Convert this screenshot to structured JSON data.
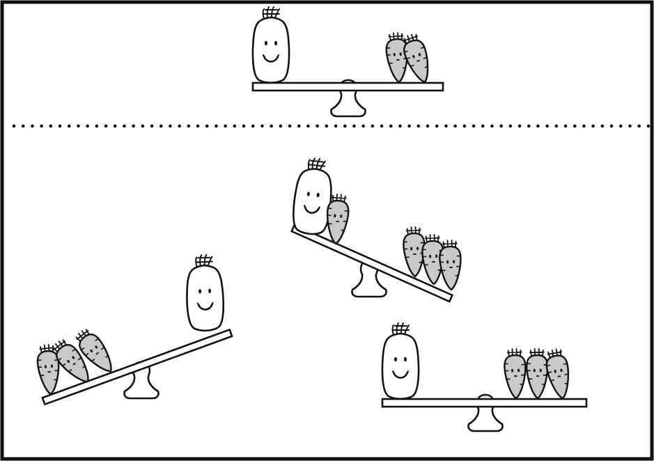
{
  "colors": {
    "ink": "#111111",
    "paper": "#ffffff",
    "carrot_fill": "#c9c9c9",
    "radish_fill": "#ffffff"
  },
  "scenes": [
    {
      "id": "reference",
      "tilt": "level",
      "left_items": [
        "radish"
      ],
      "right_items": [
        "carrot",
        "carrot"
      ]
    },
    {
      "id": "option-1",
      "tilt": "right-side-down",
      "left_items": [
        "radish",
        "carrot"
      ],
      "right_items": [
        "carrot",
        "carrot",
        "carrot"
      ]
    },
    {
      "id": "option-2",
      "tilt": "left-side-down",
      "left_items": [
        "carrot",
        "carrot",
        "carrot"
      ],
      "right_items": [
        "radish"
      ]
    },
    {
      "id": "option-3",
      "tilt": "level",
      "left_items": [
        "radish"
      ],
      "right_items": [
        "carrot",
        "carrot",
        "carrot"
      ]
    }
  ],
  "divider": {
    "style": "dotted"
  }
}
